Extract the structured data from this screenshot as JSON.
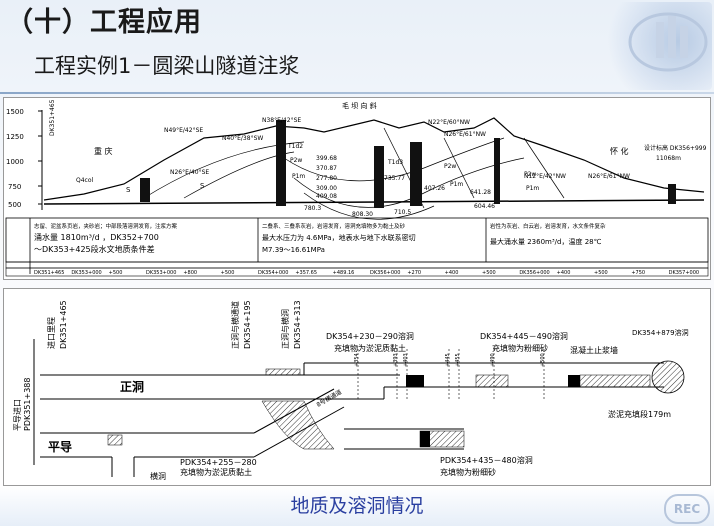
{
  "slide": {
    "heading": "（十）工程应用",
    "subheading": "工程实例1－圆梁山隧道注浆",
    "caption": "地质及溶洞情况",
    "corner_logo": "REC"
  },
  "profile": {
    "title": "毛 坝 向 斜",
    "elevations": [
      "1500",
      "1250",
      "1000",
      "750",
      "500"
    ],
    "place_left": "重 庆",
    "place_right": "怀 化",
    "strata": [
      "Q4col",
      "S",
      "S",
      "P2w",
      "P1m",
      "T1d2",
      "T1d3",
      "P2w",
      "P1m",
      "P2w",
      "P1m"
    ],
    "faults": [
      "N49°E/42°SE",
      "N40°E/38°SW",
      "N38°E/42°SE",
      "N22°E/60°NW",
      "N26°E/61°NW",
      "N26°E/40°SE",
      "N12°E/42°NW",
      "N26°E/61°NW"
    ],
    "cavity_values": [
      "399.68",
      "370.87",
      "277.80",
      "309.00",
      "409.08",
      "780.3",
      "808.30",
      "710.5",
      "735.77",
      "407.26",
      "641.28",
      "604.46"
    ],
    "right_note_1": "设计标高 DK356+999",
    "right_note_2": "11068m",
    "text_left_1": "志留、泥盆系页岩，夹砂岩；中部段落溶洞发育，注浆方案",
    "text_left_2": "涌水量 1810m³/d ，DK352+700",
    "text_left_3": "～DK353+425段水文地质条件差",
    "text_mid_1": "二叠系、三叠系灰岩，岩溶发育，溶洞充填物多为黏土及砂",
    "text_mid_2": "最大水压力为 4.6MPa，地表水与地下水联系密切",
    "text_mid_3": "M7.39～16.61MPa",
    "text_right_1": "岩性为灰岩、白云岩，岩溶发育，水文条件复杂",
    "text_right_2": "最大涌水量 2360m³/d，温度 28℃",
    "stations": [
      "DK351+465",
      "DK353+000",
      "+500",
      "DK353+000",
      "+800",
      "+500",
      "DK354+000",
      "+357.65",
      "+489.16",
      "DK356+000",
      "+270",
      "+400",
      "+500",
      "DK356+000",
      "+400",
      "+500",
      "+750",
      "DK357+000"
    ]
  },
  "plan": {
    "entrance_main": "进口里程",
    "entrance_main_station": "DK351+465",
    "entrance_parallel": "平导进口",
    "entrance_parallel_station": "PDK351+388",
    "cross_1": "正洞与横通道",
    "cross_1_station": "DK354+195",
    "cross_2": "正洞与横洞",
    "cross_2_station": "DK354+313",
    "main_tunnel": "正洞",
    "parallel_tunnel": "平导",
    "transverse": "横洞",
    "cave_1": "DK354+230－290溶洞",
    "cave_1_fill": "充填物为淤泥质黏土",
    "cave_2": "DK354+445－490溶洞",
    "cave_2_fill": "充填物为粉细砂",
    "cave_3": "DK354+879溶洞",
    "cave_4": "PDK354+255－280",
    "cave_4_fill": "充填物为淤泥质黏土",
    "cave_5": "PDK354+435－480溶洞",
    "cave_5_fill": "充填物为粉细砂",
    "concrete_wall": "混凝土止浆墙",
    "mud_fill": "淤泥充填段179m",
    "marks": [
      "+354",
      "+393",
      "+403",
      "+445",
      "+455",
      "+490",
      "+500"
    ],
    "diagonal": "8号横通道"
  }
}
